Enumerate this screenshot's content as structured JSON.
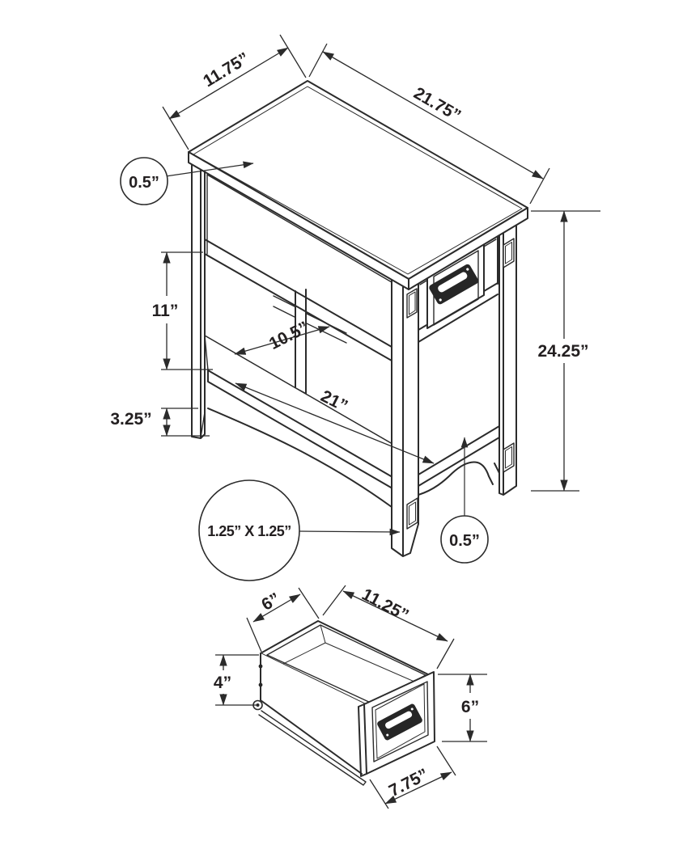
{
  "canvas": {
    "background": "#ffffff",
    "line_color": "#2b2b2b",
    "text_color": "#231f20",
    "description": "Isometric dimension diagram of a side/accent table with drawer, plus drawer detail view"
  },
  "assembled_view": {
    "name": "side-table-assembled-drawing",
    "dims": {
      "top_depth": "11.75”",
      "top_length": "21.75”",
      "top_thickness": "0.5”",
      "rail_to_shelf_gap": "11”",
      "foot_height": "3.25”",
      "shelf_depth": "10.5”",
      "shelf_length": "21”",
      "overall_height": "24.25”",
      "leg_cross_section": "1.25” X 1.25”",
      "shelf_panel_thickness": "0.5”"
    }
  },
  "drawer_view": {
    "name": "drawer-detail-drawing",
    "dims": {
      "inside_depth": "6”",
      "inside_length": "11.25”",
      "side_height": "4”",
      "front_height": "6”",
      "front_panel_width": "7.75”"
    }
  }
}
